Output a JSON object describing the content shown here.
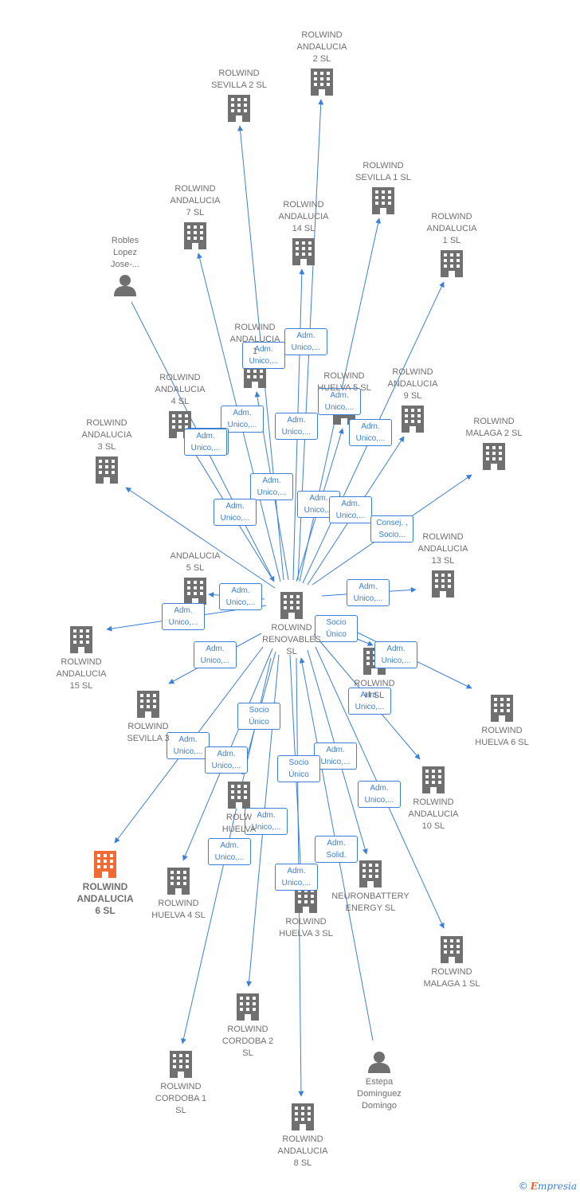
{
  "colors": {
    "edge": "#3b7fd6",
    "node": "#707070",
    "highlight": "#f06a36"
  },
  "watermark": {
    "copyright": "©",
    "brand_initial": "E",
    "brand_rest": "mpresia"
  },
  "center": {
    "id": "c",
    "label": "ROLWIND\nRENOVABLES\nSL"
  },
  "nodes": [
    {
      "id": "n_and2",
      "label": "ROLWIND\nANDALUCIA\n2  SL",
      "type": "company"
    },
    {
      "id": "n_sev2",
      "label": "ROLWIND\nSEVILLA 2  SL",
      "type": "company"
    },
    {
      "id": "n_sev1",
      "label": "ROLWIND\nSEVILLA 1  SL",
      "type": "company"
    },
    {
      "id": "n_and7",
      "label": "ROLWIND\nANDALUCIA\n7  SL",
      "type": "company"
    },
    {
      "id": "n_and14",
      "label": "ROLWIND\nANDALUCIA\n14  SL",
      "type": "company"
    },
    {
      "id": "n_and1",
      "label": "ROLWIND\nANDALUCIA\n1  SL",
      "type": "company"
    },
    {
      "id": "n_robles",
      "label": "Robles\nLopez\nJose-...",
      "type": "person"
    },
    {
      "id": "n_and_x",
      "label": "ROLWIND\nANDALUCIA\n1",
      "type": "company"
    },
    {
      "id": "n_hue5",
      "label": "ROLWIND\nHUELVA 5  SL",
      "type": "company"
    },
    {
      "id": "n_and9",
      "label": "ROLWIND\nANDALUCIA\n9  SL",
      "type": "company"
    },
    {
      "id": "n_and4",
      "label": "ROLWIND\nANDALUCIA\n4  SL",
      "type": "company"
    },
    {
      "id": "n_and3",
      "label": "ROLWIND\nANDALUCIA\n3  SL",
      "type": "company"
    },
    {
      "id": "n_mal2",
      "label": "ROLWIND\nMALAGA 2  SL",
      "type": "company"
    },
    {
      "id": "n_and5",
      "label": "ANDALUCIA\n5  SL",
      "type": "company"
    },
    {
      "id": "n_and13",
      "label": "ROLWIND\nANDALUCIA\n13  SL",
      "type": "company"
    },
    {
      "id": "n_and15",
      "label": "ROLWIND\nANDALUCIA\n15  SL",
      "type": "company"
    },
    {
      "id": "n_huex",
      "label": "ROLWIND\nH     SL",
      "type": "company"
    },
    {
      "id": "n_hue6",
      "label": "ROLWIND\nHUELVA 6  SL",
      "type": "company"
    },
    {
      "id": "n_sev3",
      "label": "ROLWIND\nSEVILLA 3",
      "type": "company"
    },
    {
      "id": "n_and10",
      "label": "ROLWIND\nANDALUCIA\n10  SL",
      "type": "company"
    },
    {
      "id": "n_huey",
      "label": "ROLW\nHUELVA",
      "type": "company"
    },
    {
      "id": "n_and6",
      "label": "ROLWIND\nANDALUCIA\n6  SL",
      "type": "company",
      "highlight": true
    },
    {
      "id": "n_hue4",
      "label": "ROLWIND\nHUELVA 4  SL",
      "type": "company"
    },
    {
      "id": "n_neuron",
      "label": "NEURONBATTERY\nENERGY  SL",
      "type": "company"
    },
    {
      "id": "n_hue3",
      "label": "ROLWIND\nHUELVA 3  SL",
      "type": "company"
    },
    {
      "id": "n_mal1",
      "label": "ROLWIND\nMALAGA 1  SL",
      "type": "company"
    },
    {
      "id": "n_cor2",
      "label": "ROLWIND\nCORDOBA 2\nSL",
      "type": "company"
    },
    {
      "id": "n_cor1",
      "label": "ROLWIND\nCORDOBA 1\nSL",
      "type": "company"
    },
    {
      "id": "n_estepa",
      "label": "Estepa\nDominguez\nDomingo",
      "type": "person"
    },
    {
      "id": "n_and8",
      "label": "ROLWIND\nANDALUCIA\n8  SL",
      "type": "company"
    }
  ],
  "edges": [
    {
      "from": "c",
      "to": "n_and2",
      "label": "Adm.\nUnico,..."
    },
    {
      "from": "c",
      "to": "n_sev2",
      "label": "Adm.\nUnico,..."
    },
    {
      "from": "c",
      "to": "n_sev1",
      "label": "Adm.\nUnico,..."
    },
    {
      "from": "c",
      "to": "n_and7",
      "label": "Adm.\nUnico,..."
    },
    {
      "from": "c",
      "to": "n_and14",
      "label": "Adm.\nUnico,..."
    },
    {
      "from": "c",
      "to": "n_and1",
      "label": "Adm.\nUnico,..."
    },
    {
      "from": "n_robles",
      "to": "c",
      "label": "Adm.\nSolid."
    },
    {
      "from": "c",
      "to": "n_and_x",
      "label": "Adm.\nUnico,..."
    },
    {
      "from": "c",
      "to": "n_hue5",
      "label": "Adm.\nUnico,..."
    },
    {
      "from": "c",
      "to": "n_and9",
      "label": "Adm.\nUnico,..."
    },
    {
      "from": "c",
      "to": "n_and3",
      "label": "Adm.\nUnico,..."
    },
    {
      "from": "c",
      "to": "n_mal2",
      "label": "Consej. ,\nSocio..."
    },
    {
      "from": "c",
      "to": "n_and13",
      "label": "Adm.\nUnico,..."
    },
    {
      "from": "c",
      "to": "n_and15",
      "label": "Adm.\nUnico,..."
    },
    {
      "from": "c",
      "to": "n_and5",
      "label": "Adm.\nUnico,..."
    },
    {
      "from": "c",
      "to": "n_huex",
      "label": "Socio\nÚnico"
    },
    {
      "from": "c",
      "to": "n_hue6",
      "label": "Adm.\nUnico,..."
    },
    {
      "from": "c",
      "to": "n_sev3",
      "label": "Adm.\nUnico,..."
    },
    {
      "from": "c",
      "to": "n_and10",
      "label": "Adm.\nUnico,..."
    },
    {
      "from": "c",
      "to": "n_and6",
      "label": "Adm.\nUnico,..."
    },
    {
      "from": "c",
      "to": "n_hue4",
      "label": "Adm.\nUnico,..."
    },
    {
      "from": "c",
      "to": "n_huey",
      "label": "Socio\nÚnico"
    },
    {
      "from": "c",
      "to": "n_neuron",
      "label": "Adm.\nUnico,..."
    },
    {
      "from": "c",
      "to": "n_hue3",
      "label": "Socio\nÚnico"
    },
    {
      "from": "c",
      "to": "n_mal1",
      "label": "Adm.\nUnico,..."
    },
    {
      "from": "c",
      "to": "n_cor2",
      "label": "Adm.\nUnico,..."
    },
    {
      "from": "c",
      "to": "n_cor1",
      "label": "Adm.\nUnico,..."
    },
    {
      "from": "n_estepa",
      "to": "c",
      "label": "Adm.\nSolid."
    },
    {
      "from": "c",
      "to": "n_and8",
      "label": "Adm.\nUnico,..."
    },
    {
      "from": "c",
      "to": "n_and4",
      "label": "Adm.\nUnico,..."
    }
  ]
}
